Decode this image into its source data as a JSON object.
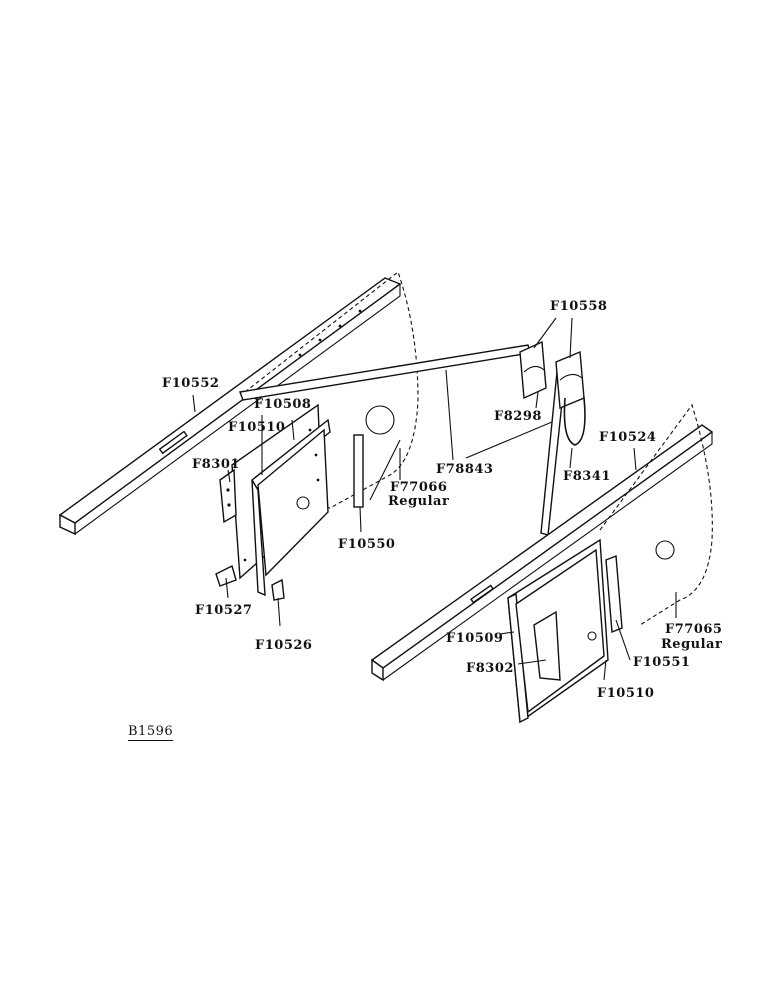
{
  "figure_id": "B1596",
  "callouts": {
    "f10552": "F10552",
    "f10508": "F10508",
    "f10510_left": "F10510",
    "f8301": "F8301",
    "f10527": "F10527",
    "f10526": "F10526",
    "f10550": "F10550",
    "f77066": "F77066",
    "f77066_note": "Regular",
    "f78843": "F78843",
    "f10558": "F10558",
    "f8298": "F8298",
    "f8341": "F8341",
    "f10524": "F10524",
    "f77065": "F77065",
    "f77065_note": "Regular",
    "f10509": "F10509",
    "f8302": "F8302",
    "f10551": "F10551",
    "f10510_right": "F10510"
  }
}
